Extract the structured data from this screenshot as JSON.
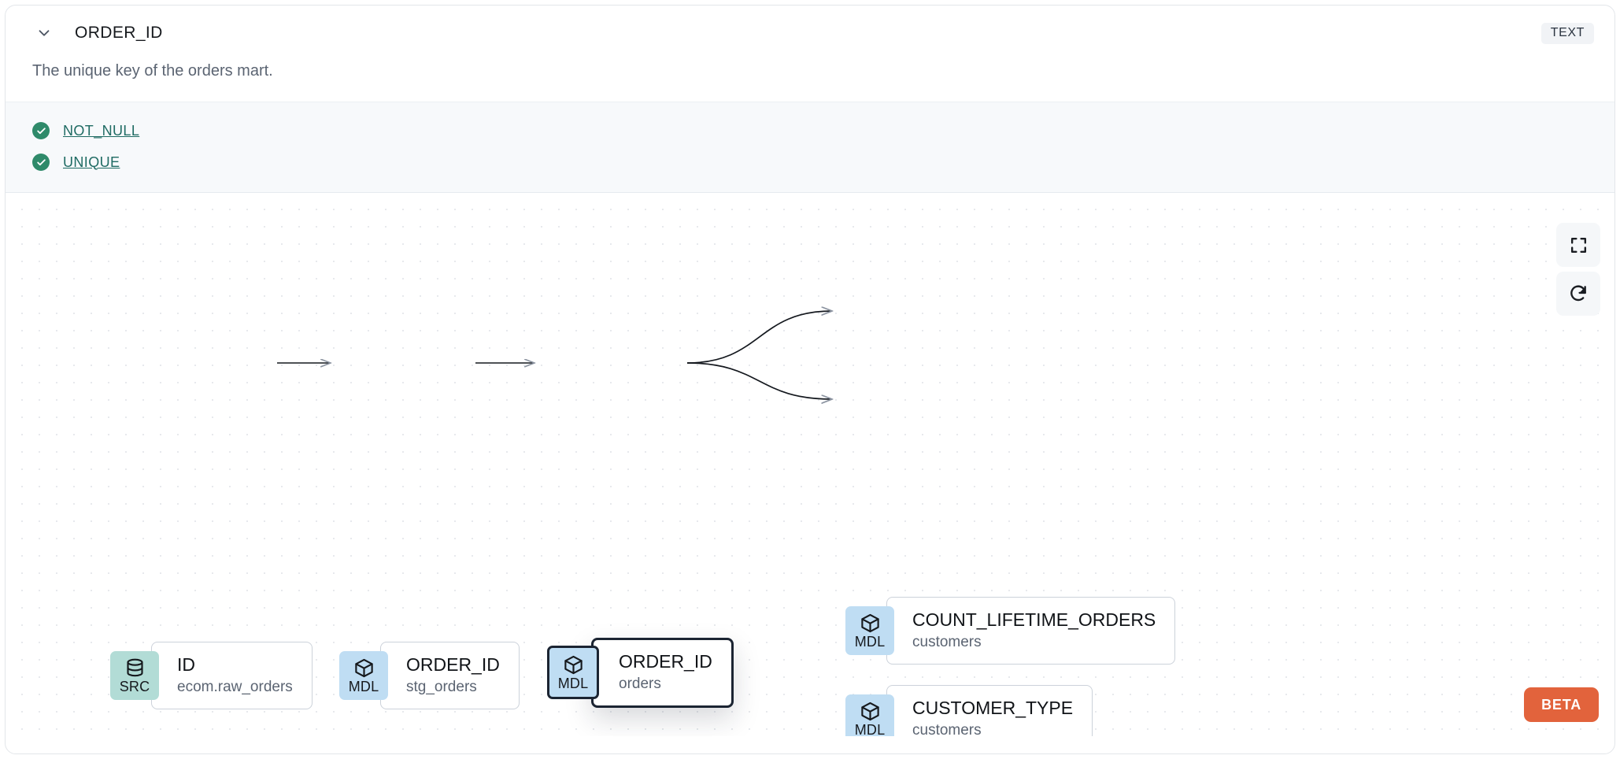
{
  "header": {
    "chevron_icon": "chevron-down-icon",
    "title": "ORDER_ID",
    "type_badge": "TEXT"
  },
  "description": "The unique key of the orders mart.",
  "tests": {
    "items": [
      {
        "status_icon": "check-circle-icon",
        "label": "NOT_NULL"
      },
      {
        "status_icon": "check-circle-icon",
        "label": "UNIQUE"
      }
    ]
  },
  "lineage": {
    "nodes": [
      {
        "badge": "SRC",
        "badge_icon": "database-icon",
        "name": "ID",
        "source": "ecom.raw_orders",
        "selected": false
      },
      {
        "badge": "MDL",
        "badge_icon": "cube-icon",
        "name": "ORDER_ID",
        "source": "stg_orders",
        "selected": false
      },
      {
        "badge": "MDL",
        "badge_icon": "cube-icon",
        "name": "ORDER_ID",
        "source": "orders",
        "selected": true
      },
      {
        "badge": "MDL",
        "badge_icon": "cube-icon",
        "name": "COUNT_LIFETIME_ORDERS",
        "source": "customers",
        "selected": false
      },
      {
        "badge": "MDL",
        "badge_icon": "cube-icon",
        "name": "CUSTOMER_TYPE",
        "source": "customers",
        "selected": false
      }
    ],
    "controls": [
      {
        "icon": "fullscreen-icon",
        "name": "fullscreen-button"
      },
      {
        "icon": "refresh-icon",
        "name": "refresh-button"
      }
    ],
    "beta_label": "BETA"
  },
  "colors": {
    "src_badge": "#b2dcd6",
    "mdl_badge": "#bfddf3",
    "test_pass": "#2f8a6a",
    "test_link": "#1f6b63",
    "beta": "#e2633c",
    "selected_outline": "#1b2432"
  }
}
